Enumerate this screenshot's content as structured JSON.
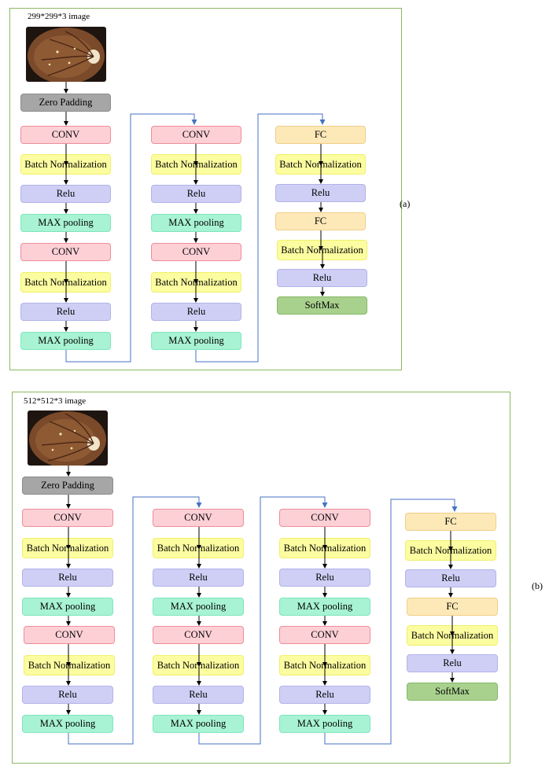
{
  "panel_a": {
    "image_caption": "299*299*3 image",
    "label": "(a)",
    "zero_padding": "Zero Padding",
    "conv": "CONV",
    "batch_norm": "Batch Normalization",
    "relu": "Relu",
    "max_pool": "MAX pooling",
    "fc": "FC",
    "softmax": "SoftMax"
  },
  "panel_b": {
    "image_caption": "512*512*3 image",
    "label": "(b)",
    "zero_padding": "Zero Padding",
    "conv": "CONV",
    "batch_norm": "Batch Normalization",
    "relu": "Relu",
    "max_pool": "MAX pooling",
    "fc": "FC",
    "softmax": "SoftMax"
  },
  "colors": {
    "frame": "#8cb860",
    "zero_padding": "#a6a6a6",
    "conv": "#fdd0d6",
    "batch_norm": "#fcfca0",
    "relu": "#cfcff6",
    "max_pool": "#a8f3d4",
    "fc": "#fde9b8",
    "softmax": "#a9d18e",
    "connector": "#4472c4"
  }
}
